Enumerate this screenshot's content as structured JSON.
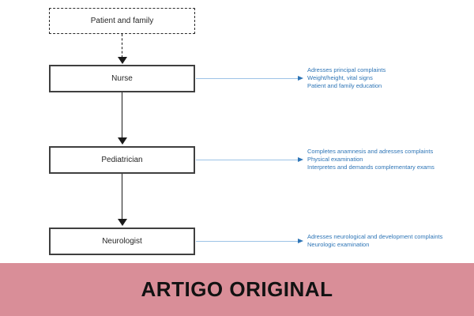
{
  "flowchart": {
    "nodes": [
      {
        "id": "patient-and-family",
        "label": "Patient and family",
        "style": "dashed"
      },
      {
        "id": "nurse",
        "label": "Nurse",
        "style": "solid",
        "notes": [
          "Adresses principal complaints",
          "Weight/height, vital signs",
          "Patient and family education"
        ]
      },
      {
        "id": "pediatrician",
        "label": "Pediatrician",
        "style": "solid",
        "notes": [
          "Completes anamnesis and adresses complaints",
          "Physical examination",
          "Interpretes and demands complementary exams"
        ]
      },
      {
        "id": "neurologist",
        "label": "Neurologist",
        "style": "solid",
        "notes": [
          "Adresses neurological and development complaints",
          "Neurologic examination"
        ]
      }
    ],
    "colors": {
      "box_border": "#3f3f3f",
      "connector": "#1a1a1a",
      "note_line": "#9dc3e6",
      "note_arrowhead": "#2e75b6",
      "note_text": "#2e75b6"
    }
  },
  "banner": {
    "label": "ARTIGO ORIGINAL",
    "background": "#d98e98"
  }
}
